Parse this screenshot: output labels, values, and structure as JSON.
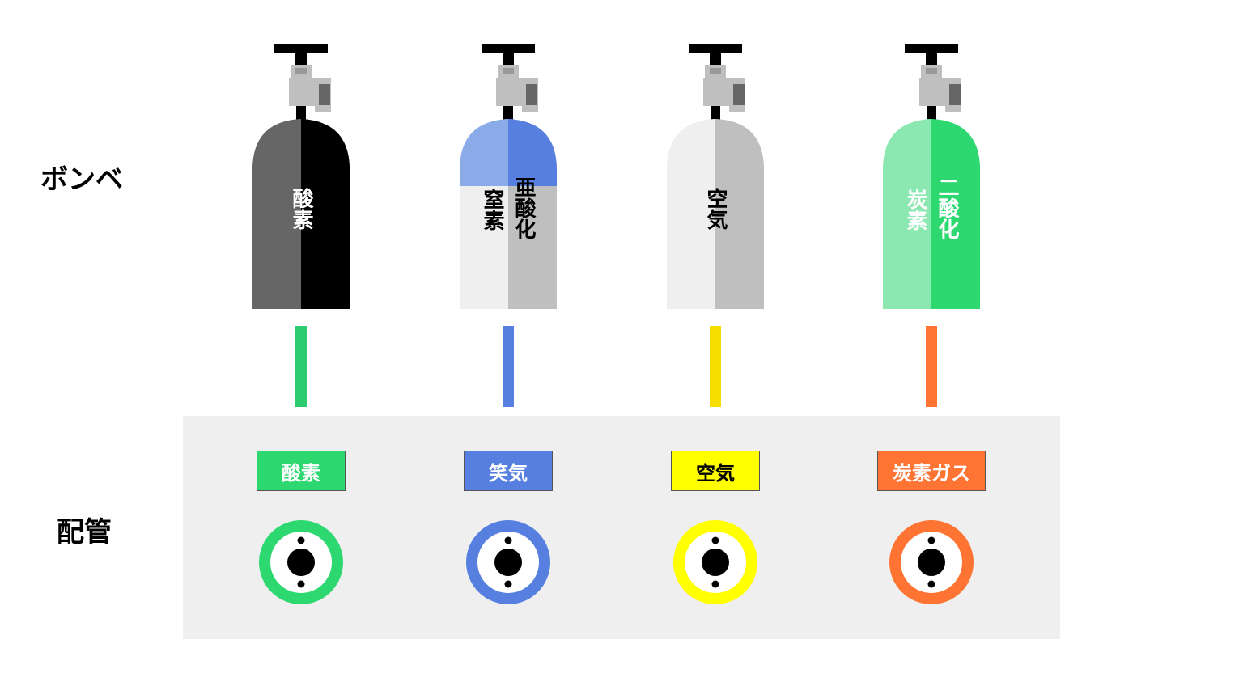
{
  "labels": {
    "cylinder": "ボンベ",
    "piping": "配管"
  },
  "cylinders": [
    {
      "id": "oxygen",
      "name": "酸素",
      "text_light": "",
      "text_dark": "酸素",
      "body_light": "#666666",
      "body_dark": "#000000",
      "shoulder_light": "#666666",
      "shoulder_dark": "#000000",
      "text_color": "#ffffff",
      "line_color": "#2ecc71"
    },
    {
      "id": "nitrous",
      "name": "亜酸化窒素",
      "text_light": "窒素",
      "text_dark": "亜酸化",
      "body_light": "#efefef",
      "body_dark": "#bfbfbf",
      "shoulder_light": "#8aaae8",
      "shoulder_dark": "#567fe0",
      "text_color": "#000000",
      "line_color": "#567fe0"
    },
    {
      "id": "air",
      "name": "空気",
      "text_light": "",
      "text_dark": "空気",
      "body_light": "#efefef",
      "body_dark": "#bfbfbf",
      "shoulder_light": "#efefef",
      "shoulder_dark": "#bfbfbf",
      "text_color": "#000000",
      "line_color": "#f5de00"
    },
    {
      "id": "co2",
      "name": "二酸化炭素",
      "text_light": "炭素",
      "text_dark": "二酸化",
      "body_light": "#8ae8b0",
      "body_dark": "#2ed871",
      "shoulder_light": "#8ae8b0",
      "shoulder_dark": "#2ed871",
      "text_color": "#ffffff",
      "line_color": "#ff7433"
    }
  ],
  "pipes": [
    {
      "id": "oxygen",
      "label": "酸素",
      "bg": "#2ed871",
      "text_color": "#ffffff",
      "ring": "#2ed871"
    },
    {
      "id": "nitrous",
      "label": "笑気",
      "bg": "#567fe0",
      "text_color": "#ffffff",
      "ring": "#567fe0"
    },
    {
      "id": "air",
      "label": "空気",
      "bg": "#ffff00",
      "text_color": "#000000",
      "ring": "#ffff00"
    },
    {
      "id": "co2",
      "label": "炭素ガス",
      "bg": "#ff7433",
      "text_color": "#ffffff",
      "ring": "#ff7433"
    }
  ]
}
